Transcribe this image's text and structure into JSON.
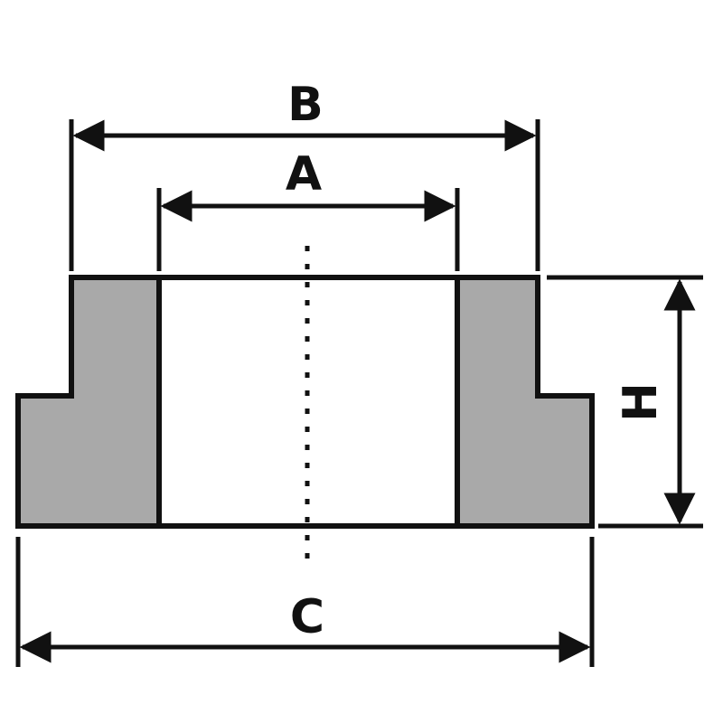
{
  "diagram": {
    "labels": {
      "b": "B",
      "a": "A",
      "h": "H",
      "c": "C"
    },
    "colors": {
      "stroke": "#111111",
      "fill": "#a9a9a9",
      "background": "#ffffff"
    }
  }
}
